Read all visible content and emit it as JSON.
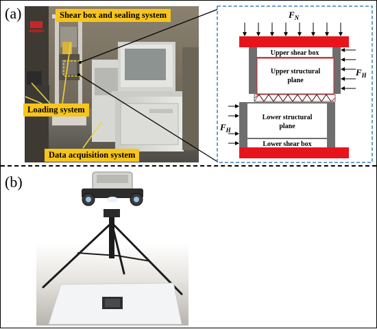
{
  "panel_a": {
    "label": "(a)",
    "callouts": {
      "shear_box": "Shear box and sealing system",
      "loading": "Loading system",
      "data_acq": "Data acquisition system"
    },
    "diagram": {
      "fn_main": "F",
      "fn_sub": "N",
      "fh_main": "F",
      "fh_sub": "H",
      "upper_shear_box": "Upper shear box",
      "upper_plane_line1": "Upper structural",
      "upper_plane_line2": "plane",
      "lower_plane_line1": "Lower structural",
      "lower_plane_line2": "plane",
      "lower_shear_box": "Lower shear box"
    }
  },
  "panel_b": {
    "label": "(b)"
  },
  "colors": {
    "callout": "#f7c51b",
    "red_plate": "#e8141c",
    "gray_box": "#6e6e6e",
    "dashed_frame": "#3a7fc1"
  }
}
